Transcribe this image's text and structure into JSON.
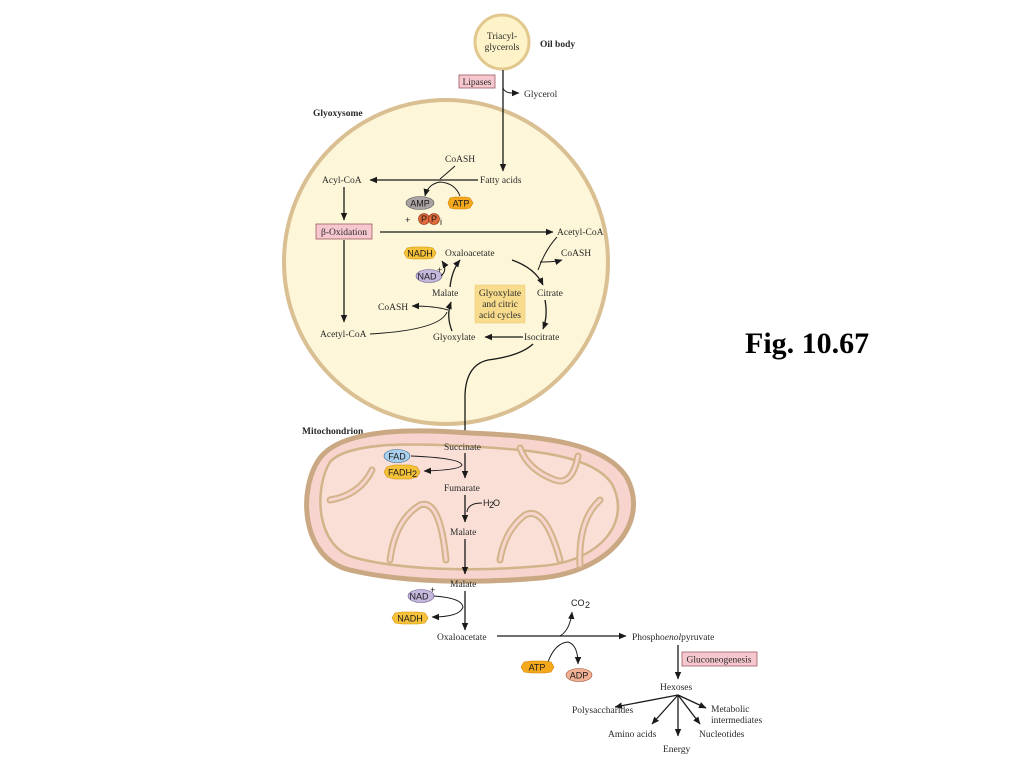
{
  "figure_label": "Fig. 10.67",
  "oil_body": {
    "circle_l1": "Triacyl-",
    "circle_l2": "glycerols",
    "label": "Oil body"
  },
  "lipases": "Lipases",
  "glycerol": "Glycerol",
  "glyoxysome": {
    "title": "Glyoxysome",
    "coash_top": "CoASH",
    "fatty_acids": "Fatty acids",
    "acyl_coa": "Acyl-CoA",
    "amp": "AMP",
    "atp": "ATP",
    "ppi_plus": "+",
    "ppi_p1": "P",
    "ppi_p2": "P",
    "ppi_sub": "i",
    "beta_oxidation": "β-Oxidation",
    "acetyl_coa_right": "Acetyl-CoA",
    "nadh": "NADH",
    "nad": "NAD",
    "nad_sup": "+",
    "oxaloacetate": "Oxaloacetate",
    "coash_right": "CoASH",
    "malate": "Malate",
    "citrate": "Citrate",
    "cycle_l1": "Glyoxylate",
    "cycle_l2": "and citric",
    "cycle_l3": "acid cycles",
    "coash_left": "CoASH",
    "acetyl_coa_left": "Acetyl-CoA",
    "glyoxylate": "Glyoxylate",
    "isocitrate": "Isocitrate"
  },
  "mitochondrion": {
    "title": "Mitochondrion",
    "succinate": "Succinate",
    "fad": "FAD",
    "fadh2": "FADH",
    "fadh2_sub": "2",
    "fumarate": "Fumarate",
    "h2o": "H",
    "h2o_sub": "2",
    "h2o_o": "O",
    "malate": "Malate"
  },
  "cytosol": {
    "malate": "Malate",
    "nad": "NAD",
    "nad_sup": "+",
    "nadh": "NADH",
    "oxaloacetate": "Oxaloacetate",
    "co2": "CO",
    "co2_sub": "2",
    "pep_a": "Phospho",
    "pep_b": "enol",
    "pep_c": "pyruvate",
    "atp": "ATP",
    "adp": "ADP",
    "gluconeogenesis": "Gluconeogenesis",
    "hexoses": "Hexoses",
    "polysaccharides": "Polysaccharides",
    "metabolic_l1": "Metabolic",
    "metabolic_l2": "intermediates",
    "amino_acids": "Amino acids",
    "nucleotides": "Nucleotides",
    "energy": "Energy"
  },
  "colors": {
    "organelle_fill": "#fdf6d8",
    "organelle_border": "#d9bf92",
    "mito_fill": "#f7d4cd",
    "mito_border": "#c9a883",
    "box_pink": "#f6c7cf",
    "atp_orange": "#f4a81c",
    "nadh_yellow": "#f5c23a",
    "amp_grey": "#a9a3a3",
    "nad_lavender": "#c4b8dc",
    "fad_blue": "#a9d0ee",
    "adp_peach": "#f2b195"
  }
}
